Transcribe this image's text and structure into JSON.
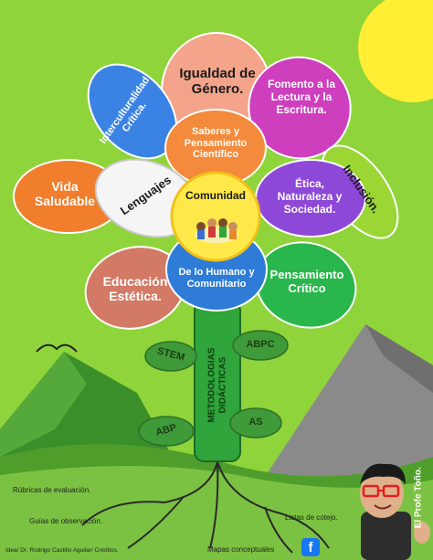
{
  "petals": {
    "igualdad": "Igualdad de Género.",
    "fomento": "Fomento a la Lectura y la Escritura.",
    "interculturalidad": "Interculturalidad Crítica.",
    "inclusion": "Inclusión.",
    "vida": "Vida Saludable",
    "etica": "Ética, Naturaleza y Sociedad.",
    "educacion": "Educación Estética.",
    "pensamiento": "Pensamiento Crítico"
  },
  "inner": {
    "saberes": "Saberes y Pensamiento Científico",
    "lenguajes": "Lenguajes",
    "humano": "De lo Humano y Comunitario",
    "comunidad": "Comunidad"
  },
  "stem": {
    "metodologias": "METODOLOGIAS DIDÁCTICAS",
    "leaves": [
      "STEM",
      "ABPC",
      "ABP",
      "AS"
    ]
  },
  "roots": {
    "rubricas": "Rúbricas de evaluación.",
    "guias": "Guías de observación.",
    "listas": "Listas de cotejo.",
    "mapas": "Mapas conceptuales"
  },
  "credits": "Idea/ Dr. Rodrigo Castillo Aguilar/ Créditos.",
  "signature": "El Profe Toño.",
  "icons": {
    "social": "facebook-icon"
  },
  "colors": {
    "background": "#8fd43a",
    "sun": "#ffee33",
    "mountain": "#8a8a8a",
    "ground": "#4f9e2c",
    "stem": "#2fa53b",
    "igualdad": "#f3a48a",
    "fomento": "#ce3fbe",
    "interculturalidad": "#3a82e3",
    "inclusion": "#9bd634",
    "vida": "#f07e2c",
    "etica": "#8e48d8",
    "educacion": "#d27a66",
    "pensamiento": "#29b64c",
    "saberes": "#f48a3b",
    "lenguajes": "#f5f5f5",
    "humano": "#2e7cd7",
    "comunidad": "#ffe94a"
  }
}
